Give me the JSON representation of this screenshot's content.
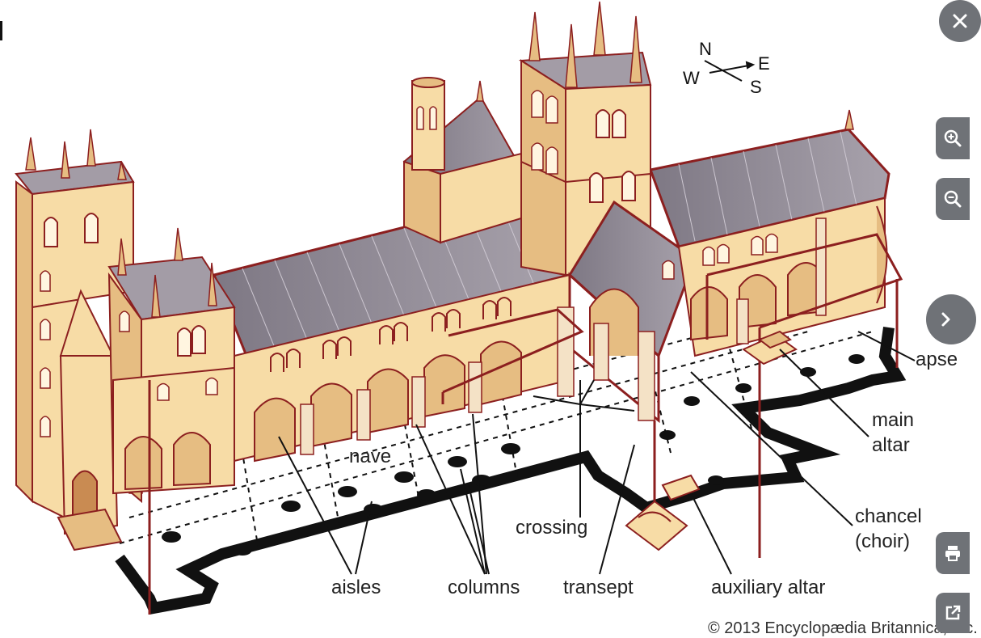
{
  "diagram": {
    "labels": {
      "nave": "nave",
      "aisles": "aisles",
      "columns": "columns",
      "crossing": "crossing",
      "transept": "transept",
      "auxiliary_altar": "auxiliary altar",
      "chancel_line1": "chancel",
      "chancel_line2": "(choir)",
      "main_altar_line1": "main",
      "main_altar_line2": "altar",
      "apse": "apse"
    },
    "compass": {
      "n": "N",
      "e": "E",
      "s": "S",
      "w": "W"
    },
    "copyright": "© 2013 Encyclopædia Britannica, Inc."
  },
  "controls": {
    "close_icon": "close-icon",
    "zoom_in_icon": "zoom-in-icon",
    "zoom_out_icon": "zoom-out-icon",
    "next_icon": "chevron-right-icon",
    "print_icon": "print-icon",
    "external_icon": "external-link-icon"
  },
  "colors": {
    "wall": "#f7dca6",
    "wall_shade": "#e6bd82",
    "outline": "#8c1f1f",
    "roof": "#8b8590",
    "floor_plan": "#111111",
    "button": "#6f7277"
  }
}
